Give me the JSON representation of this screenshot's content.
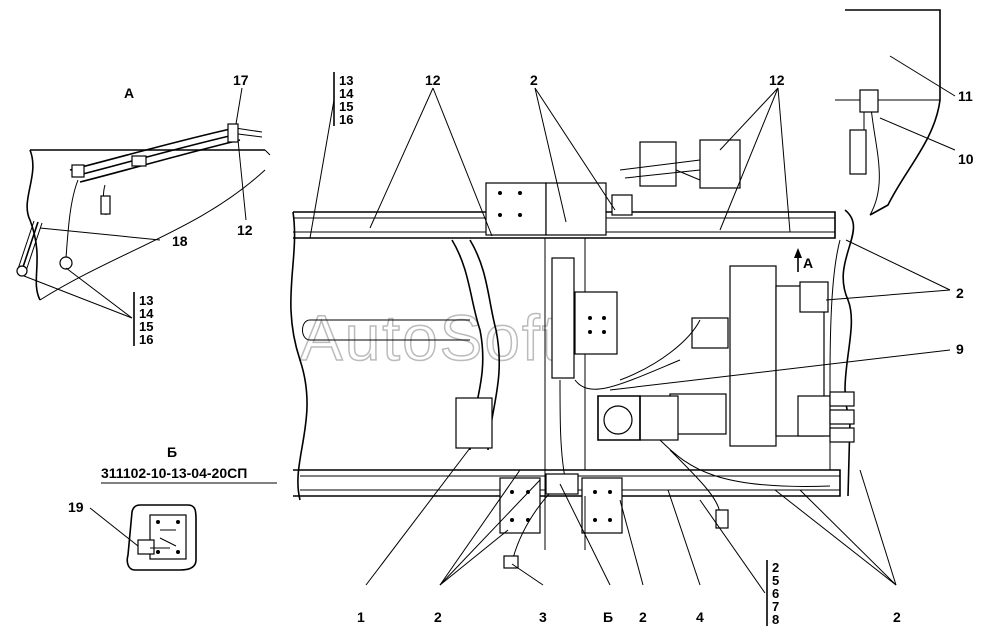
{
  "watermark": "AutoSoft",
  "views": {
    "a_title": "А",
    "b_title": "Б",
    "b_subtitle": "311102-10-13-04-20СП",
    "main_arrow": "А"
  },
  "callouts": {
    "c17": "17",
    "c12_view_a": "12",
    "c18": "18",
    "c19": "19",
    "c12_left": "12",
    "c2_top": "2",
    "c12_right": "12",
    "c11": "11",
    "c10": "10",
    "c2_right": "2",
    "c9": "9",
    "c1": "1",
    "c2_bottom_left": "2",
    "c3": "3",
    "cB": "Б",
    "c2_bottom_mid": "2",
    "c4": "4",
    "c2_bottom_right": "2"
  },
  "stacks": {
    "top": [
      "13",
      "14",
      "15",
      "16"
    ],
    "view_a": [
      "13",
      "14",
      "15",
      "16"
    ],
    "bottom": [
      "2",
      "5",
      "6",
      "7",
      "8"
    ]
  }
}
